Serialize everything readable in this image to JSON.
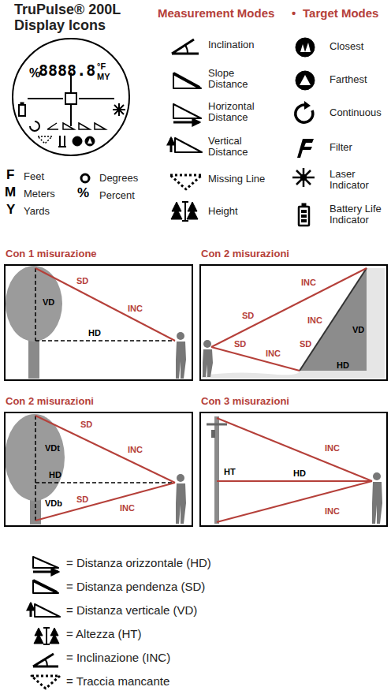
{
  "diagram": {
    "title": "TruPulse® 200L Display Icons",
    "nodes": [
      {
        "text": [
          "%",
          "8888.8",
          "°F",
          "MY"
        ]
      },
      {
        "text": [
          "Con 1 misurazione",
          "SD",
          "VD",
          "INC",
          "HD"
        ]
      },
      {
        "text": [
          "Con 2 misurazioni",
          "INC",
          "SD",
          "INC",
          "SD",
          "VD",
          "SD",
          "INC",
          "HD"
        ]
      },
      {
        "text": [
          "Con 2 misurazioni",
          "SD",
          "VDt",
          "INC",
          "HD",
          "VDb",
          "SD",
          "INC"
        ]
      },
      {
        "text": [
          "Con 3 misurazioni",
          "INC",
          "HT",
          "HD",
          "INC"
        ]
      }
    ],
    "labels": [
      "Measurement Modes",
      "•",
      "Target Modes",
      "Inclination",
      "Slope Distance",
      "Horizontal Distance",
      "Vertical Distance",
      "Missing Line",
      "Height",
      "Closest",
      "Farthest",
      "Continuous",
      "Filter",
      "Laser Indicator",
      "Battery Life Indicator",
      "F",
      "Feet",
      "M",
      "Meters",
      "Y",
      "Yards",
      "Degrees",
      "%",
      "Percent"
    ],
    "legend": [
      {
        "text": "= Distanza orizzontale (HD)"
      },
      {
        "text": "= Distanza pendenza (SD)"
      },
      {
        "text": "= Distanza verticale (VD)"
      },
      {
        "text": "= Altezza (HT)"
      },
      {
        "text": "= Inclinazione (INC)"
      },
      {
        "text": "= Traccia mancante"
      }
    ]
  }
}
